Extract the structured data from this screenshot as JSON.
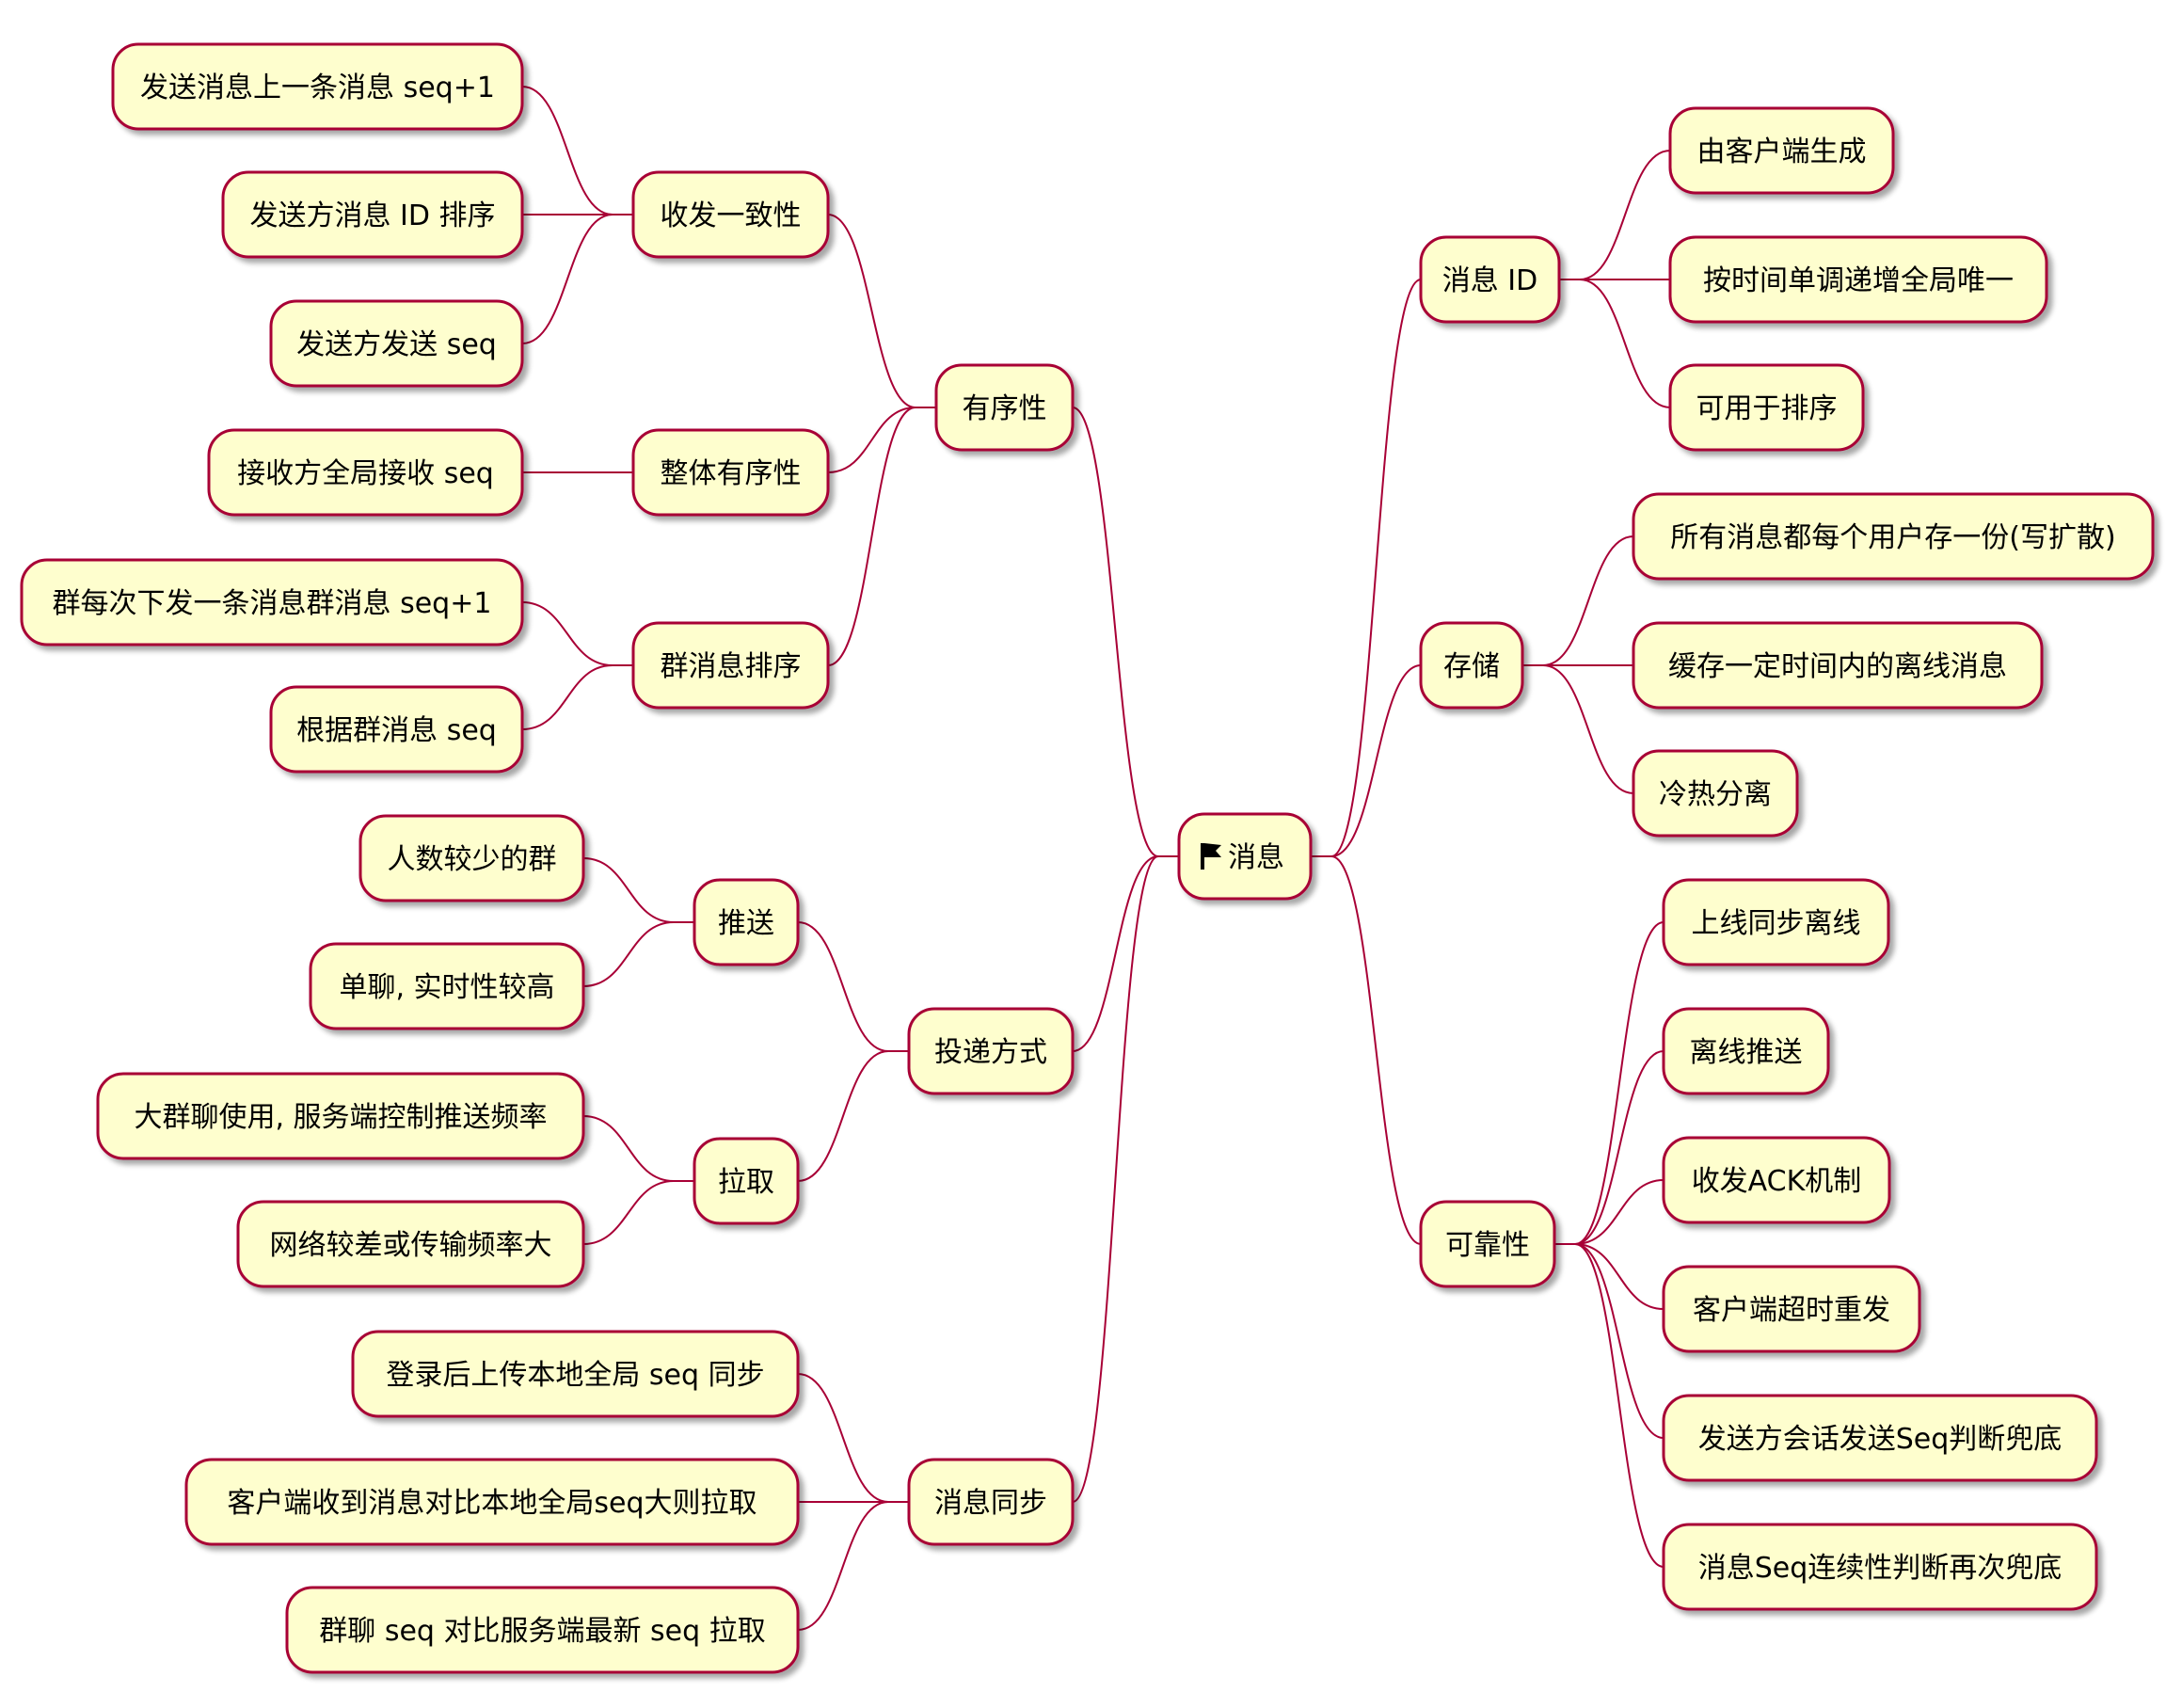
{
  "colors": {
    "node_fill": "#fefece",
    "node_border": "#a80036",
    "edge": "#a80036",
    "text": "#000000",
    "shadow": "#c8c8c8"
  },
  "root": {
    "label": "消息",
    "icon": "flag-icon"
  },
  "nodes": {
    "n_order": "有序性",
    "n_consist": "收发一致性",
    "n_c1": "发送消息上一条消息 seq+1",
    "n_c2": "发送方消息 ID 排序",
    "n_c3": "发送方发送 seq",
    "n_whole": "整体有序性",
    "n_w1": "接收方全局接收 seq",
    "n_group": "群消息排序",
    "n_g1": "群每次下发一条消息群消息 seq+1",
    "n_g2": "根据群消息 seq",
    "n_deliver": "投递方式",
    "n_push": "推送",
    "n_p1": "人数较少的群",
    "n_p2": "单聊, 实时性较高",
    "n_pull": "拉取",
    "n_l1": "大群聊使用, 服务端控制推送频率",
    "n_l2": "网络较差或传输频率大",
    "n_sync": "消息同步",
    "n_s1": "登录后上传本地全局 seq 同步",
    "n_s2": "客户端收到消息对比本地全局seq大则拉取",
    "n_s3": "群聊 seq 对比服务端最新 seq 拉取",
    "n_id": "消息 ID",
    "n_i1": "由客户端生成",
    "n_i2": "按时间单调递增全局唯一",
    "n_i3": "可用于排序",
    "n_store": "存储",
    "n_t1": "所有消息都每个用户存一份(写扩散)",
    "n_t2": "缓存一定时间内的离线消息",
    "n_t3": "冷热分离",
    "n_reliable": "可靠性",
    "n_r1": "上线同步离线",
    "n_r2": "离线推送",
    "n_r3": "收发ACK机制",
    "n_r4": "客户端超时重发",
    "n_r5": "发送方会话发送Seq判断兜底",
    "n_r6": "消息Seq连续性判断再次兜底"
  }
}
